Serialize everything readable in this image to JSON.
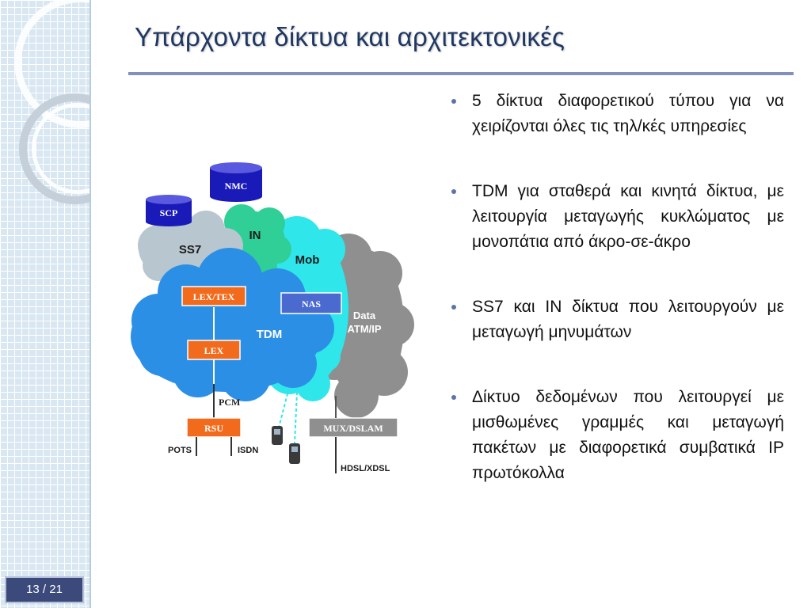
{
  "title": "Υπάρχοντα δίκτυα και αρχιτεκτονικές",
  "bullets": [
    "5 δίκτυα διαφορετικού τύπου για να χειρίζονται όλες τις τηλ/κές υπηρεσίες",
    "TDM για σταθερά και κινητά δίκτυα, με λειτουργία μεταγωγής κυκλώματος με μονοπάτια από άκρο-σε-άκρο",
    "SS7 και IN δίκτυα που λειτουργούν με μεταγωγή μηνυμάτων",
    "Δίκτυο δεδομένων που λειτουργεί με μισθωμένες γραμμές και μεταγωγή πακέτων με διαφορετικά συμβατικά IP πρωτόκολλα"
  ],
  "page_indicator": "13 / 21",
  "diagram": {
    "nmc": "NMC",
    "scp": "SCP",
    "ss7": "SS7",
    "in": "IN",
    "mob": "Mob",
    "tdm": "TDM",
    "data_line1": "Data",
    "data_line2": "ATM/IP",
    "lex_tex": "LEX/TEX",
    "lex": "LEX",
    "nas": "NAS",
    "pcm": "PCM",
    "rsu": "RSU",
    "pots": "POTS",
    "isdn": "ISDN",
    "mux_dslam": "MUX/DSLAM",
    "hdsl": "HDSL/XDSL"
  },
  "colors": {
    "title": "#1f3763",
    "rule": "#8391b8",
    "tdm_cloud": "#2b8fe6",
    "mob_cloud": "#2fe6ea",
    "in_cloud": "#2fcf97",
    "ss7_cloud": "#b8c6cf",
    "data_cloud": "#8f8f8f",
    "orange_box": "#f26b1d",
    "db_blue": "#1a1ab8",
    "page_box": "#3b4a7a"
  }
}
